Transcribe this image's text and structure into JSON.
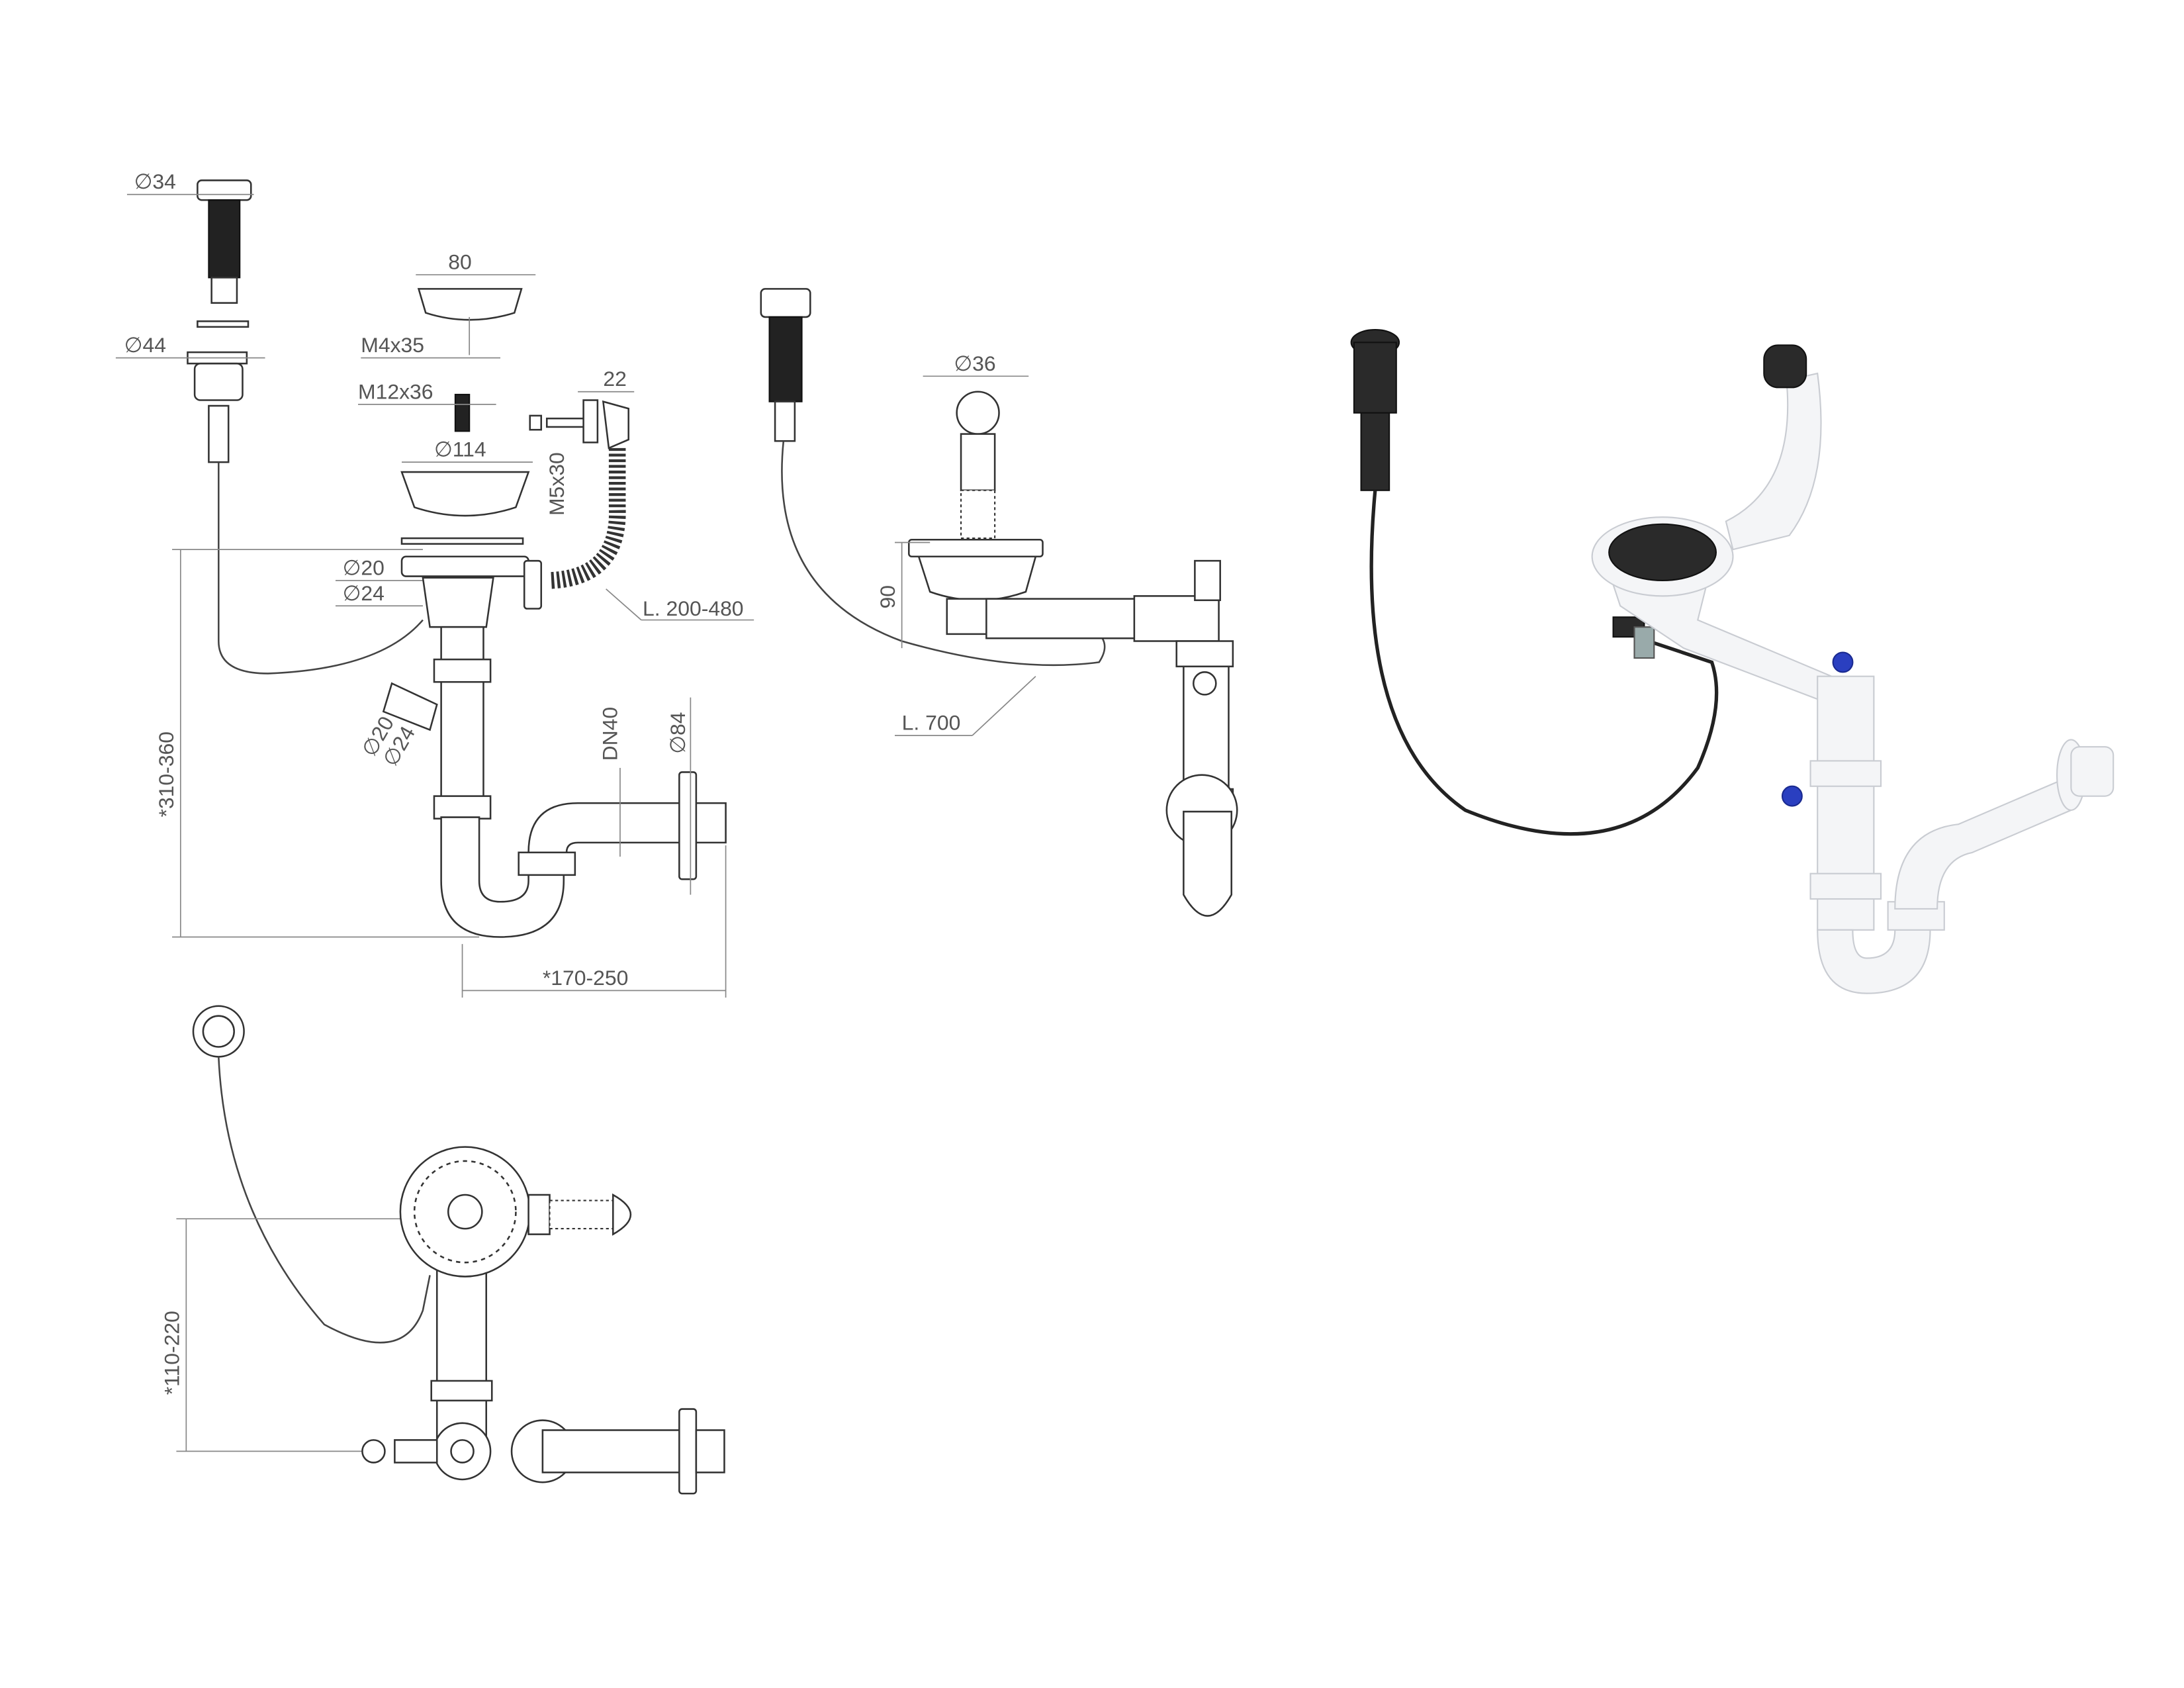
{
  "drawing_side_view": {
    "dia_button": "∅34",
    "width_strainer": "80",
    "dia_button_housing": "∅44",
    "screw_strainer": "M4x35",
    "screw_center": "M12x36",
    "overflow_width": "22",
    "dia_basket": "∅114",
    "screw_overflow": "M5x30",
    "dia_inner_20": "∅20",
    "dia_inner_24": "∅24",
    "hose_length": "L. 200-480",
    "height_range": "*310-360",
    "side_dia_20": "∅20",
    "side_dia_24": "∅24",
    "pipe_size": "DN40",
    "dia_wall_flange": "∅84",
    "depth_range": "*170-250"
  },
  "drawing_front_view": {
    "dia_overflow": "∅36",
    "height_offset": "90",
    "cable_length": "L. 700"
  },
  "drawing_top_view": {
    "height_range": "*110-220"
  },
  "colors": {
    "line": "#555555",
    "accent_blue": "#2a3fc0",
    "dark_part": "#222222"
  }
}
